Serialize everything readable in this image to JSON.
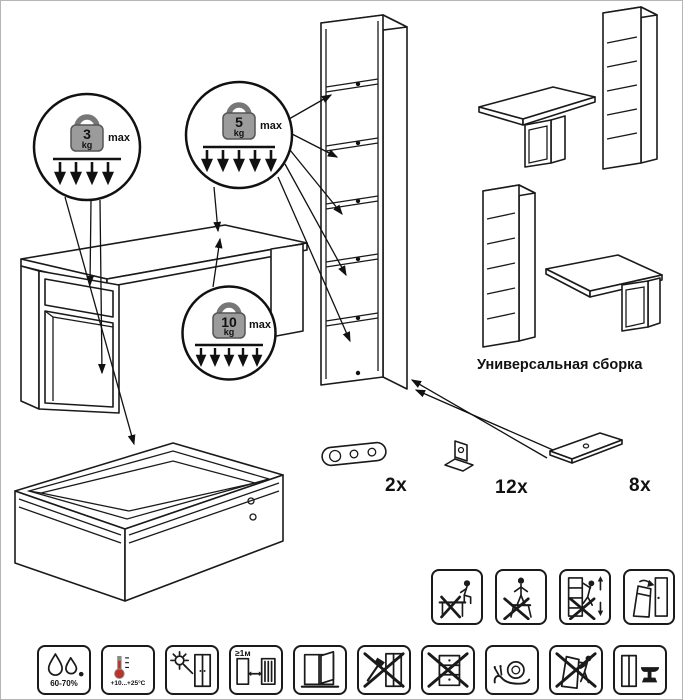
{
  "callouts": {
    "kg3": {
      "value": "3",
      "unit": "kg",
      "max": "max"
    },
    "kg5": {
      "value": "5",
      "unit": "kg",
      "max": "max"
    },
    "kg10": {
      "value": "10",
      "unit": "kg",
      "max": "max"
    }
  },
  "labels": {
    "universal_assembly": "Универсальная сборка"
  },
  "hardware": [
    {
      "name": "oval-connecting-plate",
      "qty": "2x"
    },
    {
      "name": "corner-bracket",
      "qty": "12x"
    },
    {
      "name": "flat-bracket",
      "qty": "8x"
    }
  ],
  "safety_icons": [
    {
      "name": "no-sitting-on-furniture"
    },
    {
      "name": "no-standing-on-furniture"
    },
    {
      "name": "no-climbing-on-furniture"
    },
    {
      "name": "tipover-hazard-anchor"
    }
  ],
  "care_icons": [
    {
      "name": "humidity",
      "label": "60-70%"
    },
    {
      "name": "temperature",
      "label": "+10...+25°C"
    },
    {
      "name": "avoid-direct-sunlight",
      "label": ""
    },
    {
      "name": "distance-from-heater",
      "label": "≥1м"
    },
    {
      "name": "ventilation",
      "label": ""
    },
    {
      "name": "no-sharp-tools",
      "label": ""
    },
    {
      "name": "no-misuse-drawers",
      "label": ""
    },
    {
      "name": "snail",
      "label": ""
    },
    {
      "name": "no-dragging",
      "label": ""
    },
    {
      "name": "heavy-anvil-load",
      "label": ""
    }
  ]
}
